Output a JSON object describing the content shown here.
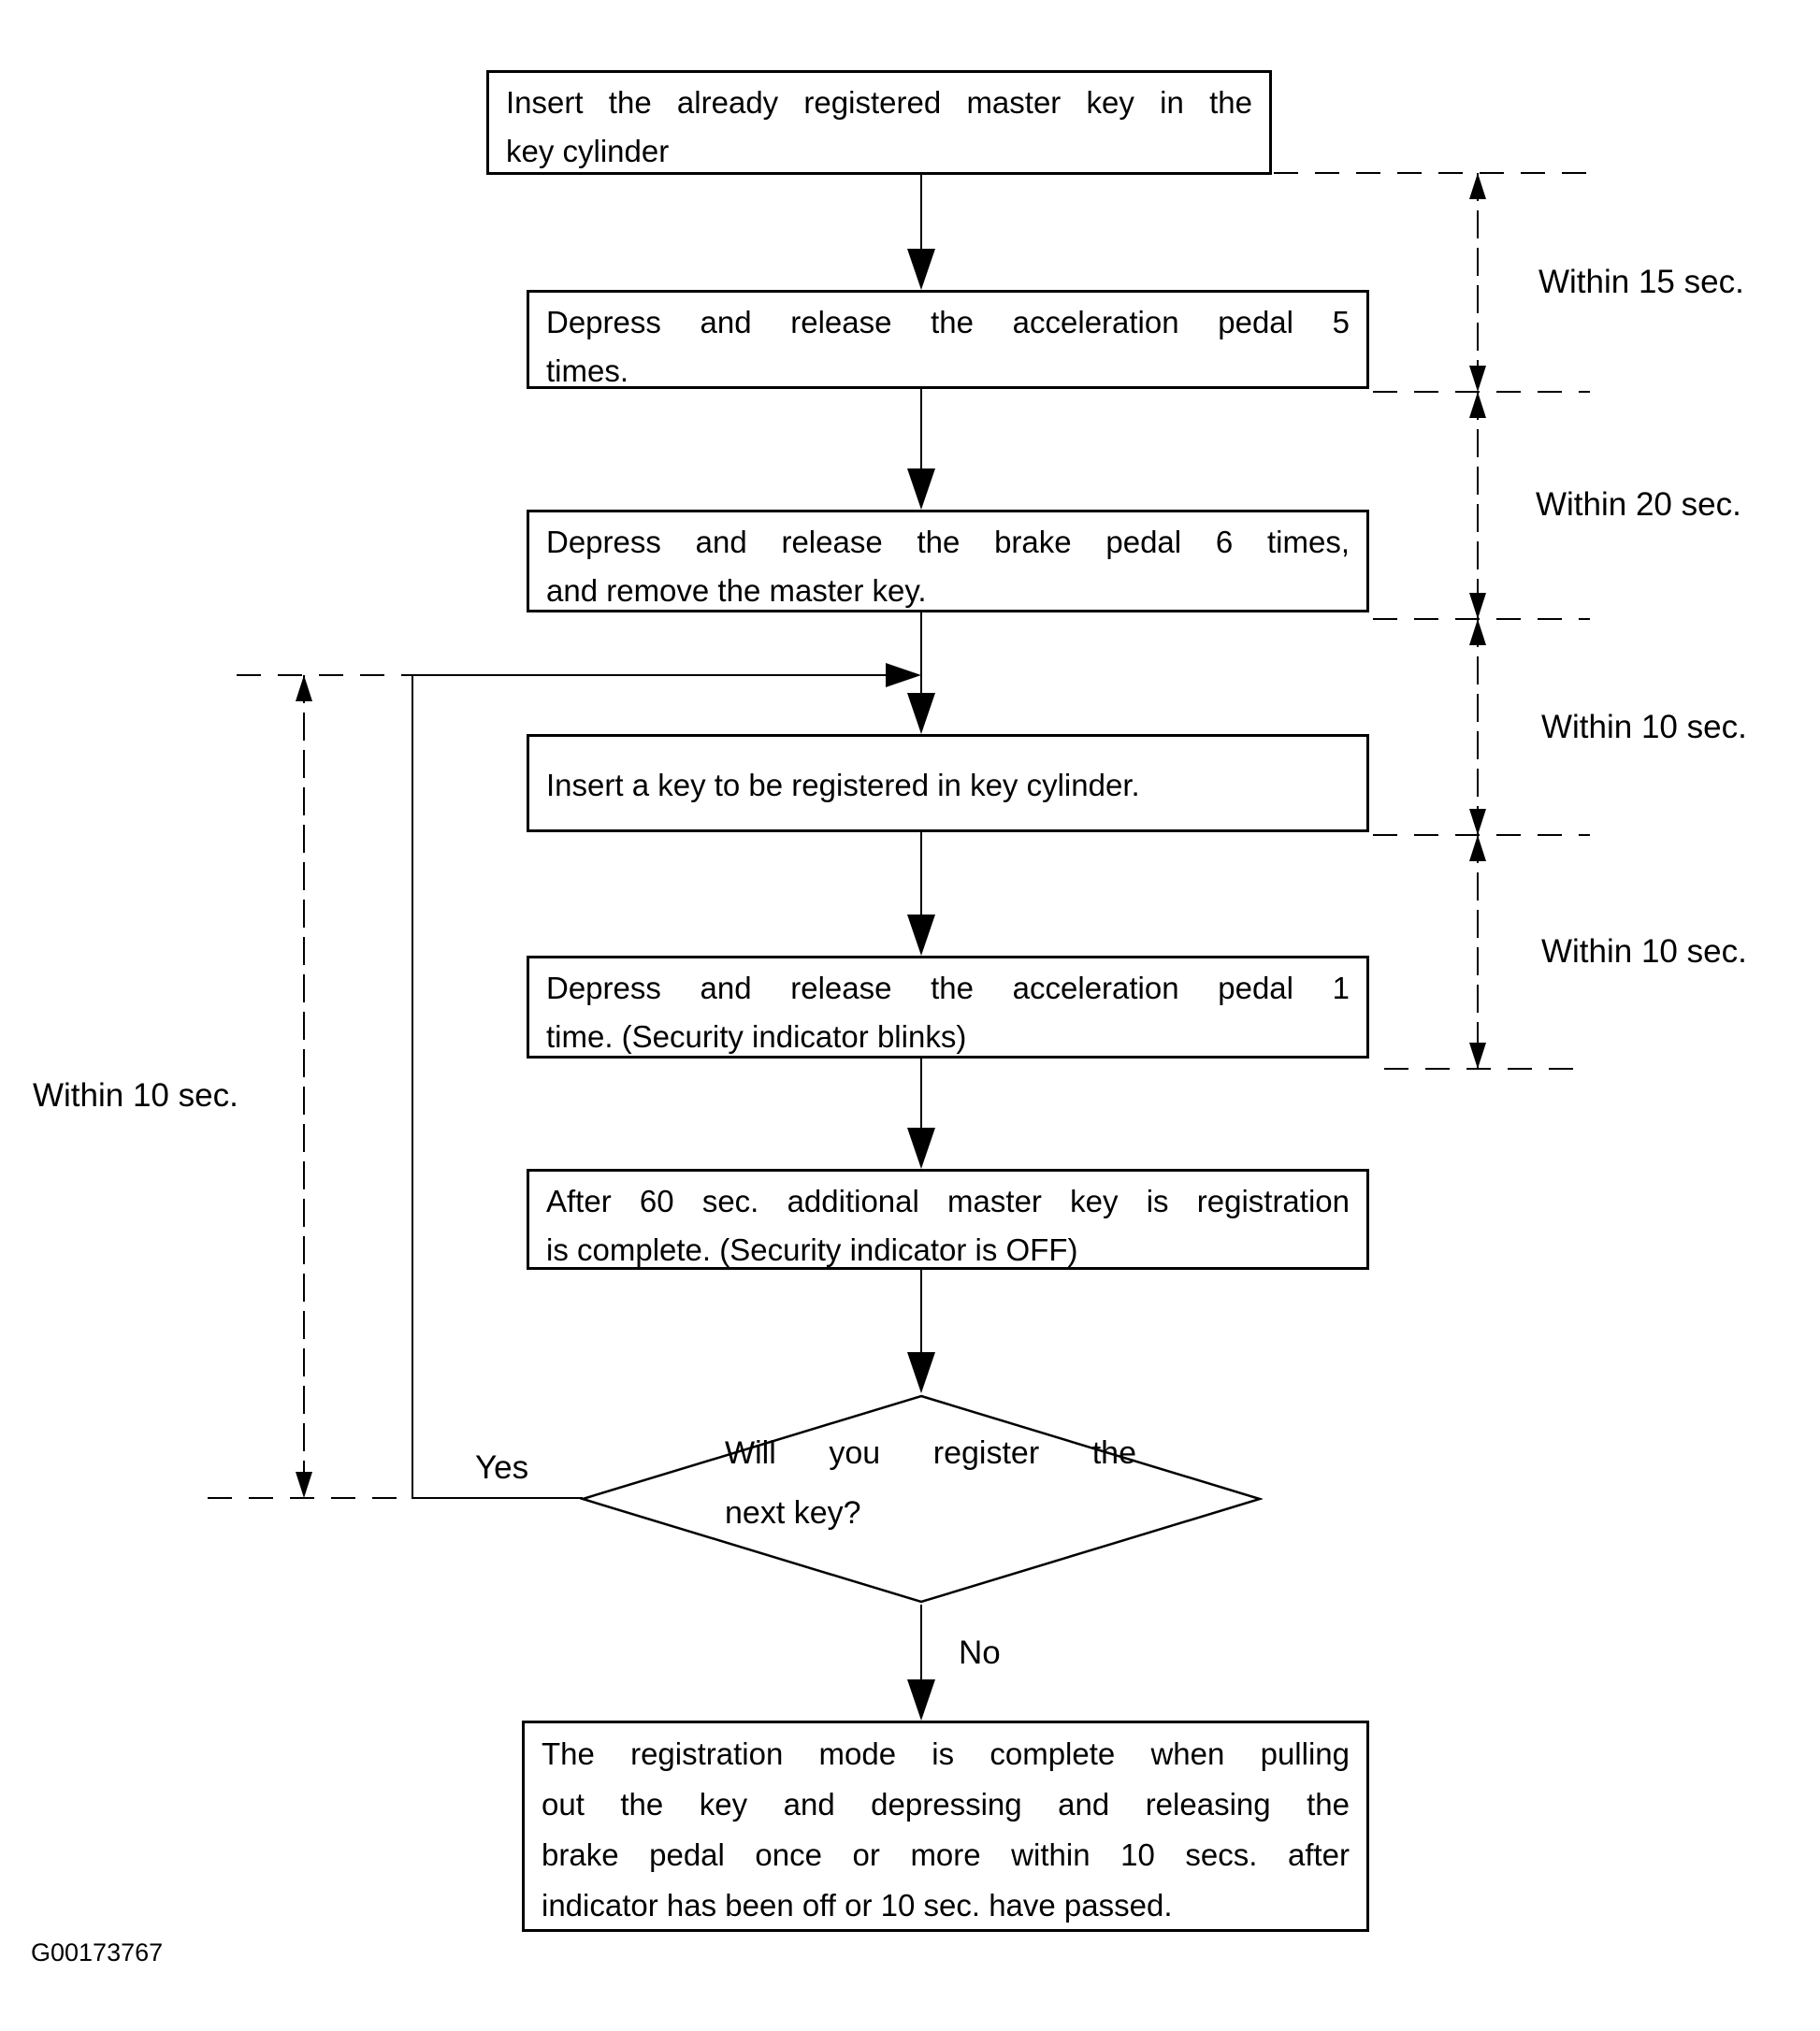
{
  "colors": {
    "line": "#000000",
    "background": "#ffffff"
  },
  "flow": {
    "steps": [
      {
        "lines": [
          "Insert the already registered master key in the",
          "key cylinder"
        ]
      },
      {
        "lines": [
          "Depress and release the acceleration pedal 5",
          "times."
        ]
      },
      {
        "lines": [
          "Depress and release the brake pedal 6 times,",
          "and remove the master key."
        ]
      },
      {
        "lines": [
          "Insert a key to be registered in key cylinder."
        ]
      },
      {
        "lines": [
          "Depress and release the acceleration pedal 1",
          "time. (Security indicator blinks)"
        ]
      },
      {
        "lines": [
          "After 60 sec. additional master key is registration",
          "is complete. (Security indicator is OFF)"
        ]
      }
    ],
    "decision": {
      "lines": [
        "Will you register the",
        "next key?"
      ],
      "yes_label": "Yes",
      "no_label": "No"
    },
    "final": {
      "lines": [
        "The registration mode is complete when pulling",
        "out the key and depressing and releasing the",
        "brake pedal once or more within 10 secs. after",
        "indicator has been off or 10 sec. have passed."
      ]
    }
  },
  "timing_labels": {
    "right": [
      "Within 15 sec.",
      "Within 20 sec.",
      "Within 10 sec.",
      "Within 10 sec."
    ],
    "left": "Within 10 sec."
  },
  "footer": {
    "code": "G00173767"
  }
}
